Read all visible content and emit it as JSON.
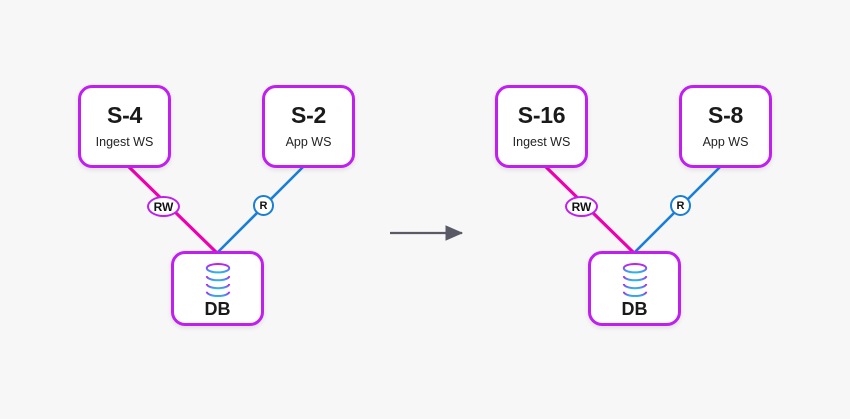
{
  "diagram": {
    "title": "Database read/write scaling diagram",
    "background_color": "#f7f7f8",
    "colors": {
      "node_border": "#c01fef",
      "write_edge": "#ee00b0",
      "read_edge": "#1a7fd4",
      "arrow": "#5a5a66",
      "text": "#1a1a1a"
    },
    "before": {
      "label": "before-state",
      "ingest_node": {
        "title": "S-4",
        "subtitle": "Ingest WS"
      },
      "app_node": {
        "title": "S-2",
        "subtitle": "App WS"
      },
      "db_node": {
        "label": "DB",
        "icon": "database-cylinder-icon"
      },
      "write_edge_badge": "RW",
      "read_edge_badge": "R"
    },
    "after": {
      "label": "after-state",
      "ingest_node": {
        "title": "S-16",
        "subtitle": "Ingest WS"
      },
      "app_node": {
        "title": "S-8",
        "subtitle": "App WS"
      },
      "db_node": {
        "label": "DB",
        "icon": "database-cylinder-icon"
      },
      "write_edge_badge": "RW",
      "read_edge_badge": "R"
    },
    "transition": {
      "icon": "right-arrow-icon",
      "label": ""
    }
  }
}
